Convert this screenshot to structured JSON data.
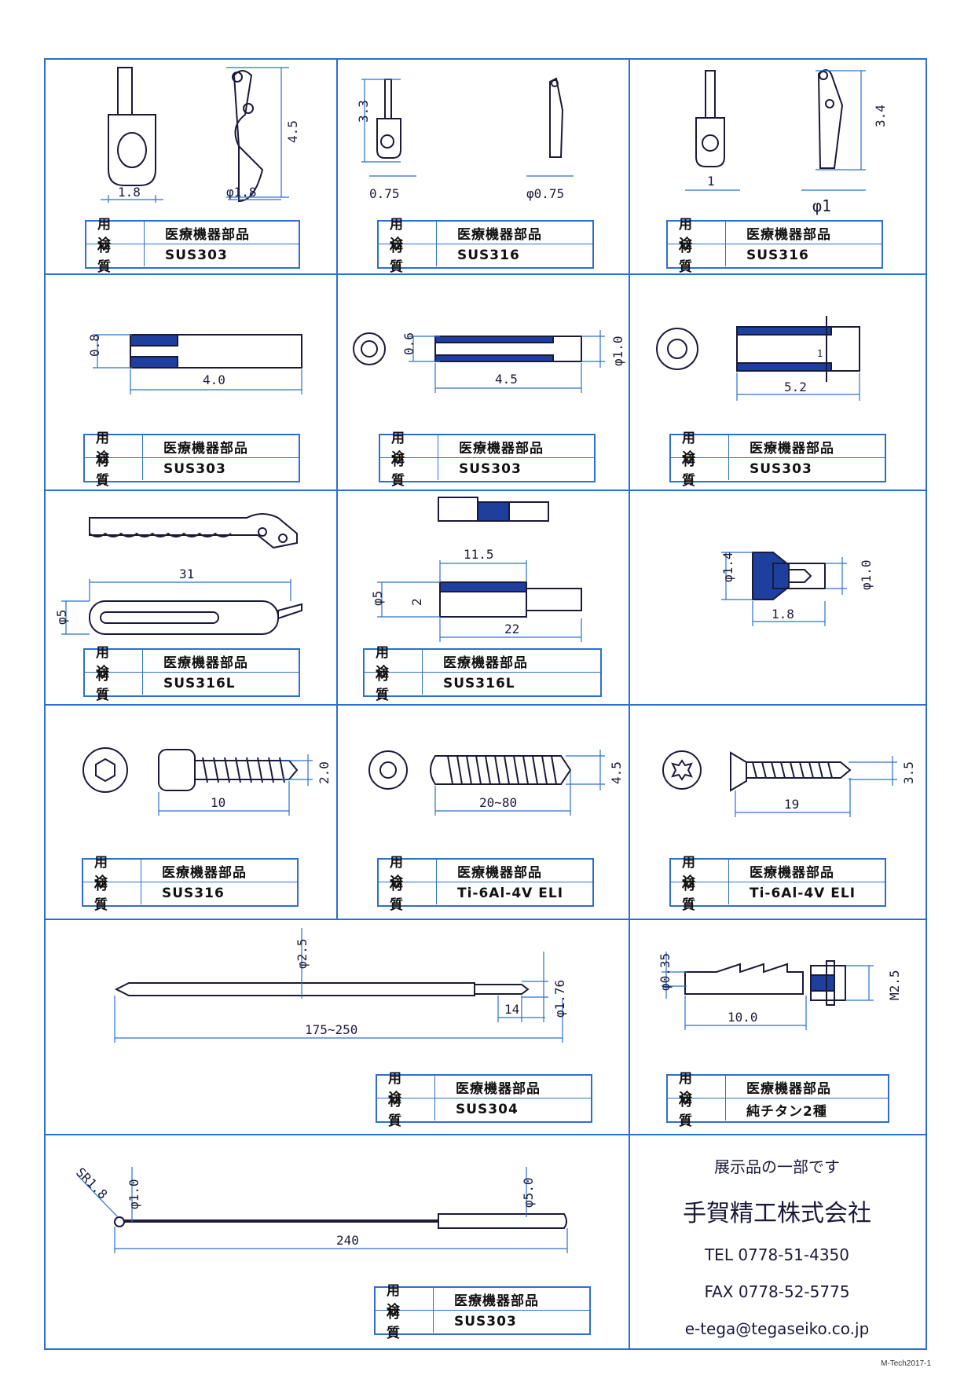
{
  "labels": {
    "use": "用途",
    "material": "材質"
  },
  "parts": [
    {
      "use": "医療機器部品",
      "material": "SUS303",
      "dims": [
        "1.8",
        "φ1.8",
        "4.5"
      ]
    },
    {
      "use": "医療機器部品",
      "material": "SUS316",
      "dims": [
        "3.3",
        "0.75",
        "φ0.75"
      ]
    },
    {
      "use": "医療機器部品",
      "material": "SUS316",
      "dims": [
        "1",
        "φ1",
        "3.4"
      ]
    },
    {
      "use": "医療機器部品",
      "material": "SUS303",
      "dims": [
        "0.8",
        "4.0"
      ]
    },
    {
      "use": "医療機器部品",
      "material": "SUS303",
      "dims": [
        "0.6",
        "4.5",
        "φ1.0"
      ]
    },
    {
      "use": "医療機器部品",
      "material": "SUS303",
      "dims": [
        "5.2",
        "1"
      ]
    },
    {
      "use": "医療機器部品",
      "material": "SUS316L",
      "dims": [
        "31",
        "φ5"
      ]
    },
    {
      "use": "医療機器部品",
      "material": "SUS316L",
      "dims": [
        "11.5",
        "φ5",
        "2",
        "22"
      ]
    },
    {
      "use": "",
      "material": "",
      "dims": [
        "φ1.4",
        "φ1.0",
        "1.8"
      ]
    },
    {
      "use": "医療機器部品",
      "material": "SUS316",
      "dims": [
        "2.0",
        "10"
      ]
    },
    {
      "use": "医療機器部品",
      "material": "Ti-6Al-4V ELI",
      "dims": [
        "4.5",
        "20~80"
      ]
    },
    {
      "use": "医療機器部品",
      "material": "Ti-6Al-4V ELI",
      "dims": [
        "3.5",
        "19"
      ]
    },
    {
      "use": "医療機器部品",
      "material": "SUS304",
      "dims": [
        "φ2.5",
        "φ1.76",
        "14",
        "175~250"
      ]
    },
    {
      "use": "医療機器部品",
      "material": "純チタン2種",
      "dims": [
        "φ0.35",
        "M2.5",
        "10.0"
      ]
    },
    {
      "use": "医療機器部品",
      "material": "SUS303",
      "dims": [
        "SR1.8",
        "φ1.0",
        "φ5.0",
        "240"
      ]
    }
  ],
  "company": {
    "note": "展示品の一部です",
    "name": "手賀精工株式会社",
    "tel": "TEL 0778-51-4350",
    "fax": "FAX 0778-52-5775",
    "email": "e-tega@tegaseiko.co.jp"
  },
  "footer": "M-Tech2017-1",
  "colors": {
    "border": "#2c6fd0",
    "fill": "#1e3f9e",
    "line": "#1a1a3a"
  }
}
